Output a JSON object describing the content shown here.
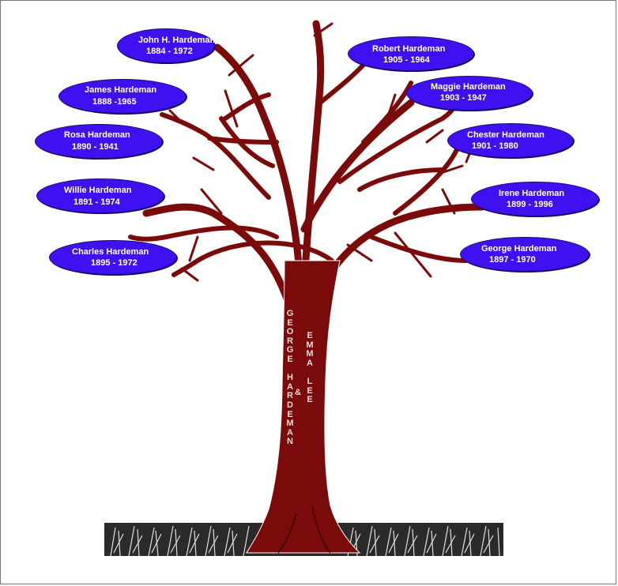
{
  "colors": {
    "trunk": "#7b0a0a",
    "node": "#3f10f0",
    "node_text": "#ffffff",
    "grass": "#222222"
  },
  "trunk_text": {
    "left": "GEORGE HARDEMAN",
    "amp": "&",
    "right": "EMMA LEE"
  },
  "children": [
    {
      "name": "John H. Hardeman",
      "years": "1884 - 1972"
    },
    {
      "name": "Robert Hardeman",
      "years": "1905 - 1964"
    },
    {
      "name": "James Hardeman",
      "years": "1888 -1965"
    },
    {
      "name": "Maggie Hardeman",
      "years": "1903 - 1947"
    },
    {
      "name": "Rosa Hardeman",
      "years": "1890 - 1941"
    },
    {
      "name": "Chester Hardeman",
      "years": "1901 - 1980"
    },
    {
      "name": "Willie Hardeman",
      "years": "1891 - 1974"
    },
    {
      "name": "Irene Hardeman",
      "years": "1899 - 1996"
    },
    {
      "name": "Charles Hardeman",
      "years": "1895 - 1972"
    },
    {
      "name": "George Hardeman",
      "years": "1897 - 1970"
    }
  ]
}
